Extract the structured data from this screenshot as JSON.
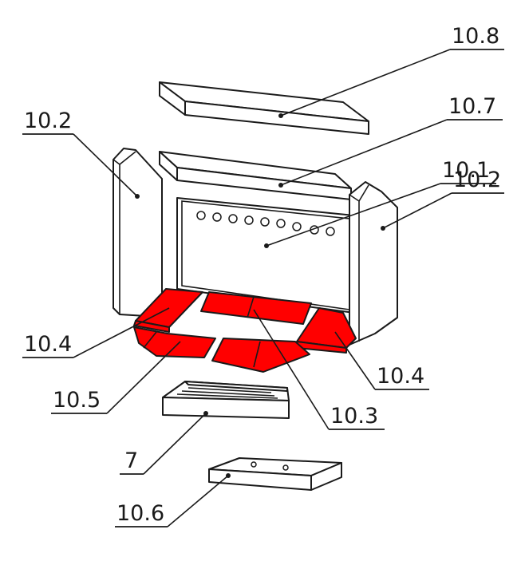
{
  "colors": {
    "highlight": "#ff0000",
    "line": "#1a1a1a",
    "background": "#ffffff"
  },
  "labels": {
    "top_cover": "10.8",
    "upper_deflector": "10.7",
    "left_side_brick": "10.2",
    "back_brick": "10.1",
    "right_side_brick": "10.2",
    "left_rear_floor_brick": "10.4",
    "right_floor_brick": "10.4",
    "rear_floor_brick": "10.3",
    "front_floor_bricks": "10.5",
    "grate_tray": "7",
    "base_plate": "10.6"
  }
}
